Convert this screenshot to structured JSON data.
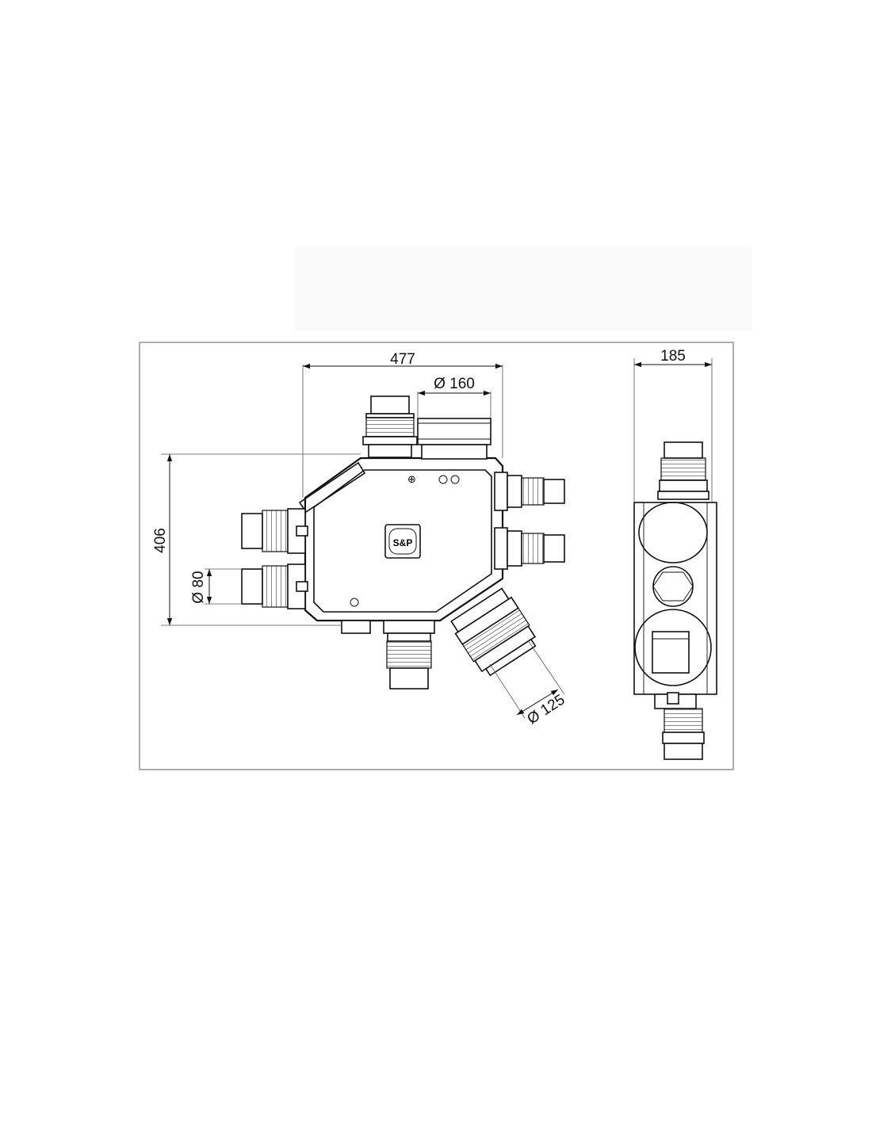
{
  "dimensions": {
    "width_main": "477",
    "outlet_diameter": "Ø 160",
    "height": "406",
    "inlet_diameter_small": "Ø 80",
    "inlet_diameter_large": "Ø 125",
    "depth": "185"
  },
  "logo": {
    "text": "S&P"
  }
}
